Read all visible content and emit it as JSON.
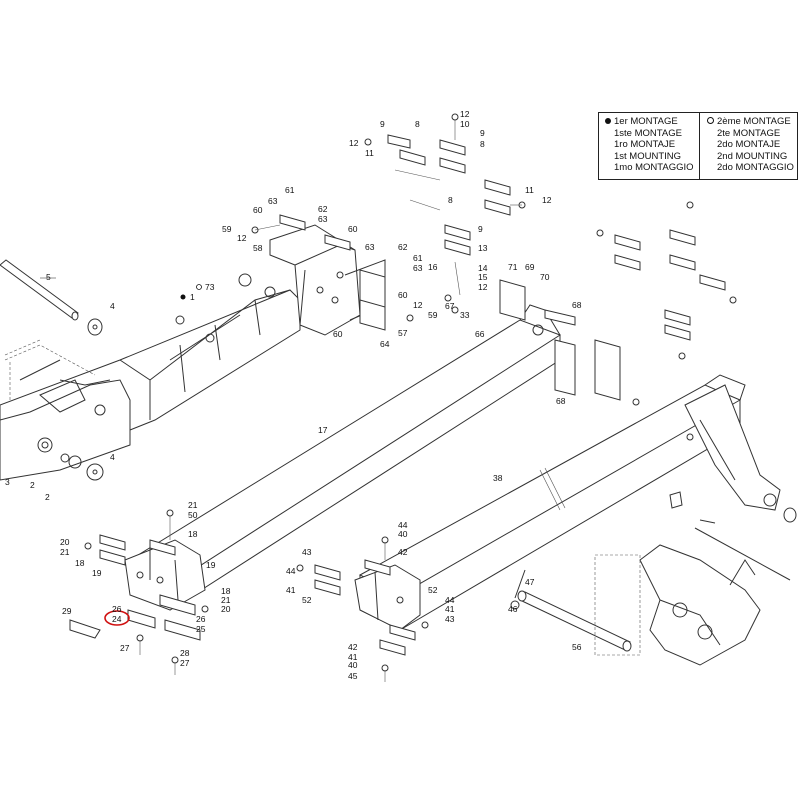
{
  "legend": {
    "first_mounting": [
      "1er MONTAGE",
      "1ste MONTAGE",
      "1ro MONTAJE",
      "1st MOUNTING",
      "1mo MONTAGGIO"
    ],
    "second_mounting": [
      "2ème MONTAGE",
      "2te MONTAGE",
      "2do MONTAJE",
      "2nd MOUNTING",
      "2do MONTAGGIO"
    ]
  },
  "callouts": {
    "c1": "1",
    "c2": "2",
    "c2b": "2",
    "c3": "3",
    "c4": "4",
    "c4b": "4",
    "c5": "5",
    "c73": "73",
    "c17": "17",
    "c38": "38",
    "c9": "9",
    "c8": "8",
    "c12": "12",
    "c11": "11",
    "c10": "10",
    "c12b": "12",
    "c9b": "9",
    "c8b": "8",
    "c61": "61",
    "c63": "63",
    "c62": "62",
    "c60": "60",
    "c59": "59",
    "c12c": "12",
    "c58": "58",
    "c60b": "60",
    "c63b": "63",
    "c62b": "62",
    "c61b": "61",
    "c63c": "63",
    "c60c": "60",
    "c64": "64",
    "c57": "57",
    "c59b": "59",
    "c12d": "12",
    "c16": "16",
    "c14": "14",
    "c15": "15",
    "c12e": "12",
    "c8c": "8",
    "c9c": "9",
    "c11b": "11",
    "c12f": "12",
    "c13": "13",
    "c67": "67",
    "c33": "33",
    "c66": "66",
    "c71": "71",
    "c69": "69",
    "c70": "70",
    "c68": "68",
    "c68b": "68",
    "c20": "20",
    "c21": "21",
    "c18": "18",
    "c19": "19",
    "c21b": "21",
    "c50": "50",
    "c18b": "18",
    "c19b": "19",
    "c18c": "18",
    "c21c": "21",
    "c20b": "20",
    "c29": "29",
    "c26": "26",
    "c24": "24",
    "c27": "27",
    "c26b": "26",
    "c25": "25",
    "c28": "28",
    "c27b": "27",
    "c44": "44",
    "c40": "40",
    "c42": "42",
    "c43": "43",
    "c44b": "44",
    "c41": "41",
    "c52": "52",
    "c52b": "52",
    "c44c": "44",
    "c41b": "41",
    "c43b": "43",
    "c42b": "42",
    "c41c": "41",
    "c40b": "40",
    "c45": "45",
    "c47": "47",
    "c46": "46",
    "c56": "56"
  }
}
